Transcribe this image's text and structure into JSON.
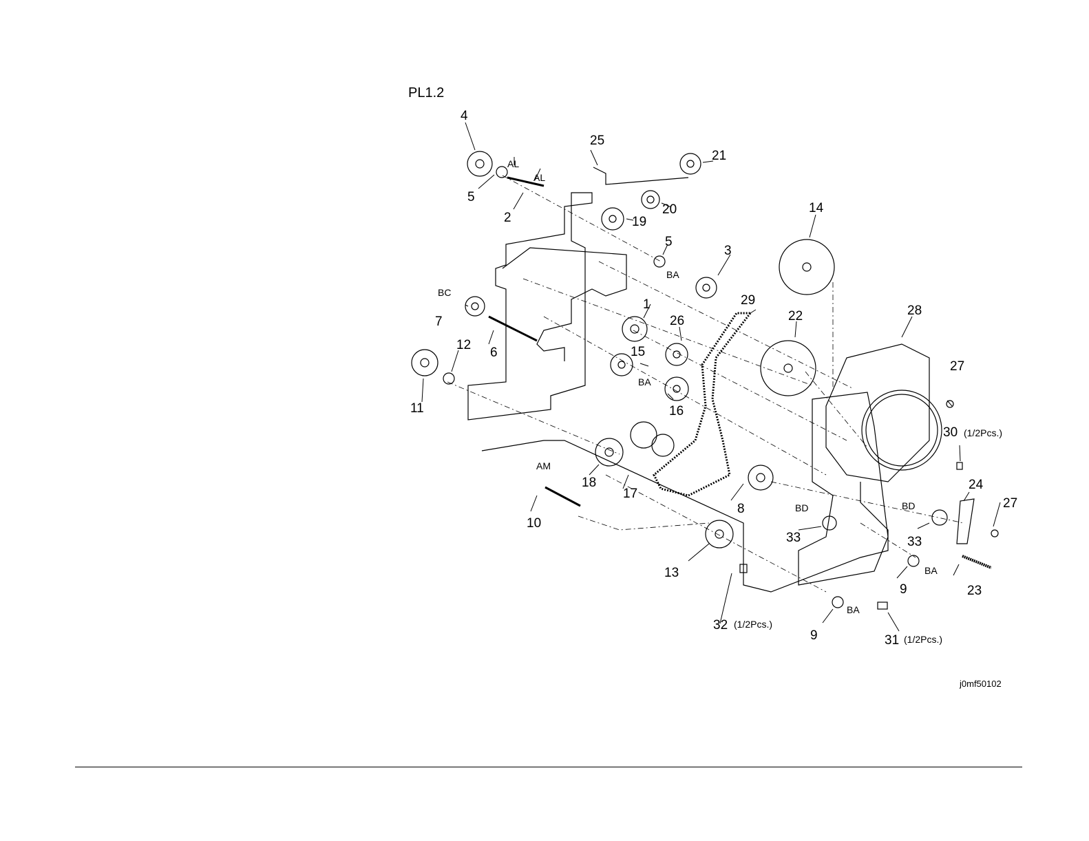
{
  "plate_id": "PL1.2",
  "figure_id": "j0mf50102",
  "callouts": {
    "c1": "1",
    "c2": "2",
    "c3": "3",
    "c4": "4",
    "c5a": "5",
    "c5b": "5",
    "c6": "6",
    "c7": "7",
    "c8": "8",
    "c9a": "9",
    "c9b": "9",
    "c10": "10",
    "c11": "11",
    "c12": "12",
    "c13": "13",
    "c14": "14",
    "c15": "15",
    "c16": "16",
    "c17": "17",
    "c18": "18",
    "c19": "19",
    "c20": "20",
    "c21": "21",
    "c22": "22",
    "c23": "23",
    "c24": "24",
    "c25": "25",
    "c26": "26",
    "c27a": "27",
    "c27b": "27",
    "c28": "28",
    "c29": "29",
    "c30": "30",
    "c31": "31",
    "c32": "32",
    "c33a": "33",
    "c33b": "33"
  },
  "reference_letters": {
    "al1": "AL",
    "al2": "AL",
    "ba1": "BA",
    "ba2": "BA",
    "ba3": "BA",
    "ba4": "BA",
    "bc": "BC",
    "bd1": "BD",
    "bd2": "BD",
    "am": "AM"
  },
  "qty_notes": {
    "q30": "(1/2Pcs.)",
    "q31": "(1/2Pcs.)",
    "q32": "(1/2Pcs.)"
  }
}
